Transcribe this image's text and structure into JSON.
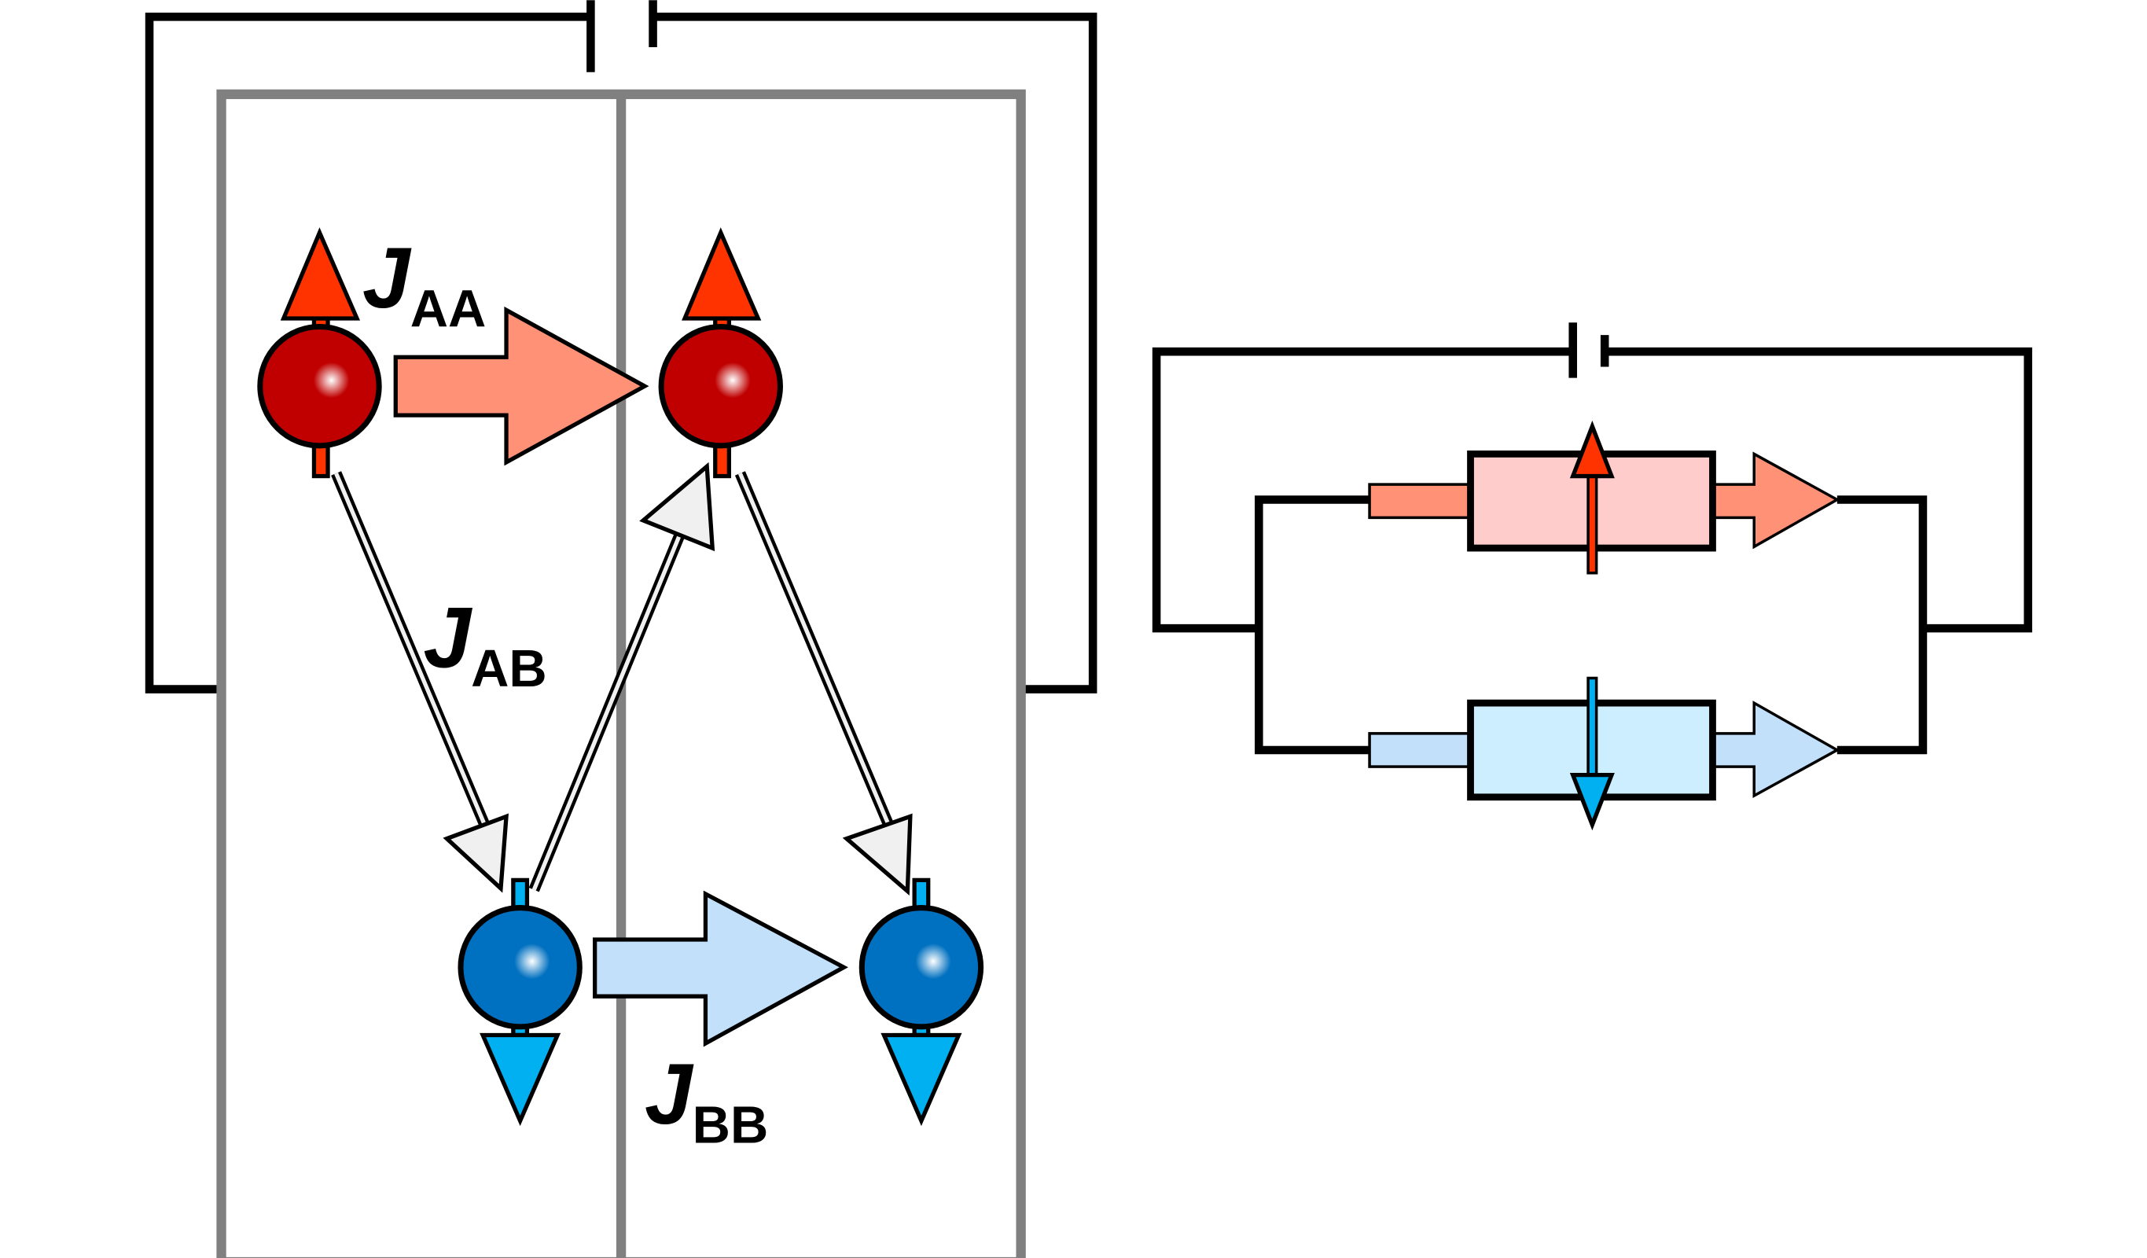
{
  "diagram": {
    "labels": {
      "jaa": {
        "main": "J",
        "sub": "AA"
      },
      "jab": {
        "main": "J",
        "sub": "AB"
      },
      "jbb": {
        "main": "J",
        "sub": "BB"
      }
    },
    "colors": {
      "spin_up_arrow": "#ff3300",
      "spin_down_arrow": "#00b0f0",
      "red_sphere": "#c00000",
      "blue_sphere": "#0070c0",
      "jaa_arrow": "#ff9177",
      "jbb_arrow": "#c3e0fb",
      "jab_arrow": "#f0f0f0",
      "frame_gray": "#808080",
      "upper_resistor": "#ffcccc",
      "lower_resistor": "#cceeff"
    }
  }
}
